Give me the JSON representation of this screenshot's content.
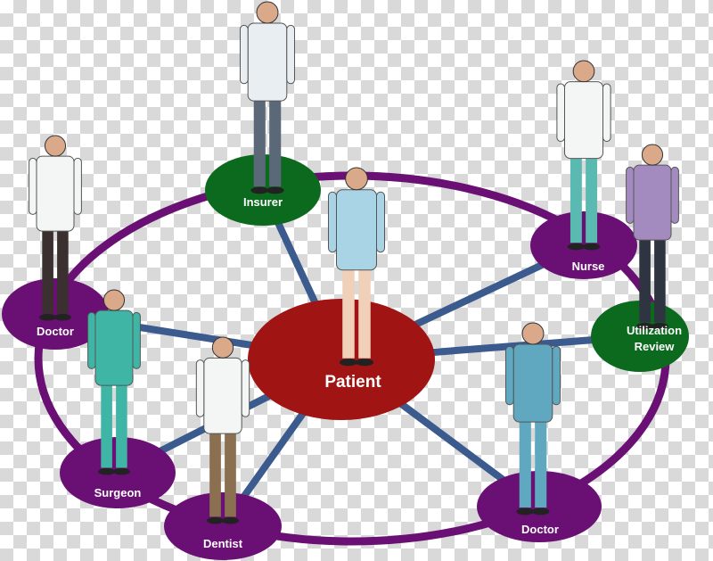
{
  "colors": {
    "ring": "#6a0f73",
    "spoke": "#3b5b8e",
    "patient": "#a01414",
    "green": "#0b6a1e",
    "purple": "#6a0f73"
  },
  "nodes": {
    "patient": "Patient",
    "insurer": "Insurer",
    "nurse": "Nurse",
    "utilization_1": "Utilization",
    "utilization_2": "Review",
    "doctor_right": "Doctor",
    "dentist": "Dentist",
    "surgeon": "Surgeon",
    "doctor_left": "Doctor"
  }
}
